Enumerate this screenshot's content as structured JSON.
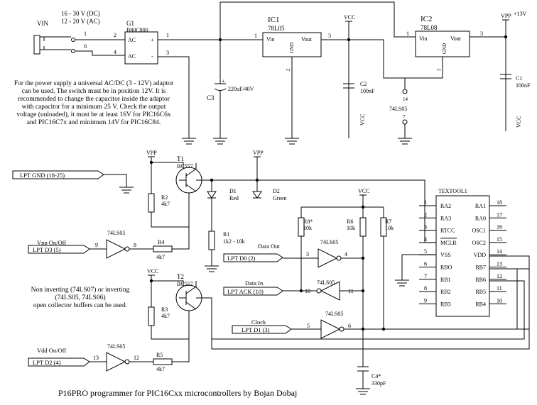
{
  "title": "P16PRO programmer for PIC16Cxx microcontrollers by Bojan Dobaj",
  "notes": {
    "power_supply": "For the power supply a universal AC/DC (3 - 12V) adaptor\ncan be used. The switch must be in position 12V. It is\nrecommended to change the capacitor inside the adaptor\nwith capacitor for a minimum 25 V. Check the output\nvoltage (unloaded), it must be at least 16V  for PIC16C6x\nand PIC16C7x and minimum 14V for PIC16C84.",
    "buffers": "Non inverting (74LS07) or inverting\n(74LS05, 74LS06)\nopen collector buffers can be used."
  },
  "input": {
    "vin": "VIN",
    "range_dc": "16 - 30 V (DC)",
    "range_ac": "12 - 20 V (AC)",
    "pin1": "1",
    "pin0": "0"
  },
  "rectifier": {
    "ref": "G1",
    "part": "B80C800",
    "ac_top": "AC",
    "ac_bot": "AC",
    "plus": "+",
    "minus": "-",
    "p1": "1",
    "p2": "2",
    "p3": "3",
    "p4": "4"
  },
  "c3": {
    "ref": "C3",
    "value": "220uF/40V",
    "plus": "+"
  },
  "ic1": {
    "ref": "IC1",
    "part": "78L05",
    "vin": "Vin",
    "vout": "Vout",
    "gnd": "GND",
    "p1": "1",
    "p2": "2",
    "p3": "3"
  },
  "ic2": {
    "ref": "IC2",
    "part": "78L08",
    "vin": "Vin",
    "vout": "Vout",
    "gnd": "GND",
    "p1": "1",
    "p2": "2",
    "p3": "3"
  },
  "c2": {
    "ref": "C2",
    "value": "100nF"
  },
  "c1": {
    "ref": "C1",
    "value": "100nF"
  },
  "vcc": "VCC",
  "vpp": "VPP",
  "vpp_note": "+13V",
  "u_supply": {
    "p14": "14",
    "part": "74LS05",
    "p7": "7"
  },
  "lpt": {
    "gnd": "LPT GND (18-25)",
    "d3": "LPT D3 (5)",
    "d0": "LPT D0 (2)",
    "ack": "LPT ACK (10)",
    "d1": "LPT D1 (3)",
    "d2": "LPT D2 (4)"
  },
  "labels": {
    "vpp_onoff": "Vpp On/Off",
    "vdd_onoff": "Vdd On/Off",
    "data_out": "Data Out",
    "data_in": "Data In",
    "clock": "Clock"
  },
  "t1": {
    "ref": "T1",
    "part": "BC557"
  },
  "t2": {
    "ref": "T2",
    "part": "BC557"
  },
  "d1": {
    "ref": "D1",
    "color": "Red"
  },
  "d2": {
    "ref": "D2",
    "color": "Green"
  },
  "r1": {
    "ref": "R1",
    "value": "1k2 - 10k"
  },
  "r2": {
    "ref": "R2",
    "value": "4k7"
  },
  "r3": {
    "ref": "R3",
    "value": "4k7"
  },
  "r4": {
    "ref": "R4",
    "value": "4k7"
  },
  "r5": {
    "ref": "R5",
    "value": "4k7"
  },
  "r6": {
    "ref": "R6",
    "value": "10k"
  },
  "r7": {
    "ref": "R7",
    "value": "10k"
  },
  "r8": {
    "ref": "R8*",
    "value": "10k"
  },
  "c4": {
    "ref": "C4*",
    "value": "330pF"
  },
  "gates": [
    {
      "part": "74LS05",
      "in": "9",
      "out": "8"
    },
    {
      "part": "74LS05",
      "in": "3",
      "out": "4"
    },
    {
      "part": "74LS05",
      "in": "11",
      "out": "10"
    },
    {
      "part": "74LS05",
      "in": "5",
      "out": "6"
    },
    {
      "part": "74LS05",
      "in": "13",
      "out": "12"
    }
  ],
  "socket": {
    "ref": "TEXTOOL1",
    "left": [
      {
        "pin": "1",
        "name": "RA2"
      },
      {
        "pin": "2",
        "name": "RA3"
      },
      {
        "pin": "3",
        "name": "RTCC"
      },
      {
        "pin": "4",
        "name": "MCLR"
      },
      {
        "pin": "5",
        "name": "VSS"
      },
      {
        "pin": "6",
        "name": "RBO"
      },
      {
        "pin": "7",
        "name": "RB1"
      },
      {
        "pin": "8",
        "name": "RB2"
      },
      {
        "pin": "9",
        "name": "RB3"
      }
    ],
    "right": [
      {
        "pin": "18",
        "name": "RA1"
      },
      {
        "pin": "17",
        "name": "RA0"
      },
      {
        "pin": "16",
        "name": "OSC1"
      },
      {
        "pin": "15",
        "name": "OSC2"
      },
      {
        "pin": "14",
        "name": "VDD"
      },
      {
        "pin": "13",
        "name": "RB7"
      },
      {
        "pin": "12",
        "name": "RB6"
      },
      {
        "pin": "11",
        "name": "RB5"
      },
      {
        "pin": "10",
        "name": "RB4"
      }
    ]
  }
}
